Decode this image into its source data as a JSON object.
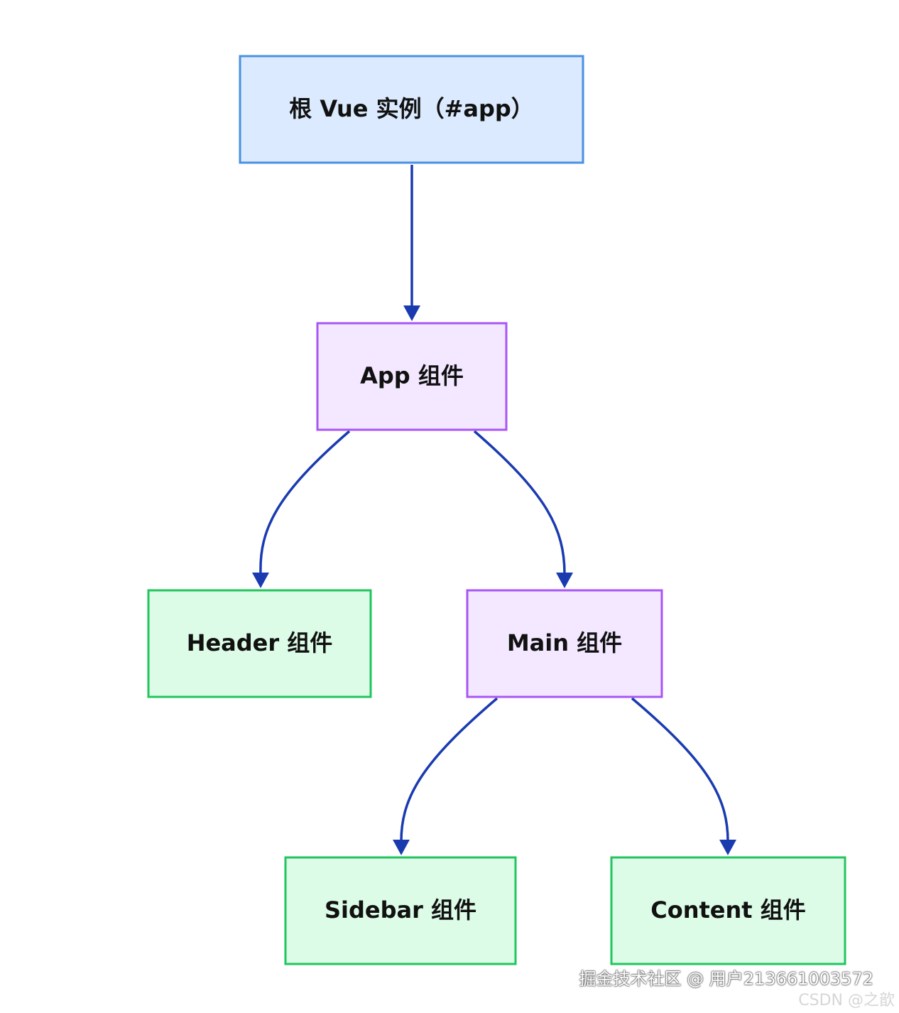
{
  "diagram": {
    "nodes": [
      {
        "id": "root",
        "label": "根 Vue 实例（#app）",
        "fill": "#dbeafe",
        "stroke": "#4a90e2"
      },
      {
        "id": "app",
        "label": "App 组件",
        "fill": "#f3e8ff",
        "stroke": "#a855f7"
      },
      {
        "id": "header",
        "label": "Header 组件",
        "fill": "#dcfce7",
        "stroke": "#22c55e"
      },
      {
        "id": "main",
        "label": "Main 组件",
        "fill": "#f3e8ff",
        "stroke": "#a855f7"
      },
      {
        "id": "sidebar",
        "label": "Sidebar 组件",
        "fill": "#dcfce7",
        "stroke": "#22c55e"
      },
      {
        "id": "content",
        "label": "Content 组件",
        "fill": "#dcfce7",
        "stroke": "#22c55e"
      }
    ],
    "edges": [
      {
        "from": "root",
        "to": "app"
      },
      {
        "from": "app",
        "to": "header"
      },
      {
        "from": "app",
        "to": "main"
      },
      {
        "from": "main",
        "to": "sidebar"
      },
      {
        "from": "main",
        "to": "content"
      }
    ],
    "edge_color": "#1a3bb0"
  },
  "watermark": {
    "juejin": "掘金技术社区 @ 用户213661003572",
    "csdn": "CSDN @之歆"
  }
}
